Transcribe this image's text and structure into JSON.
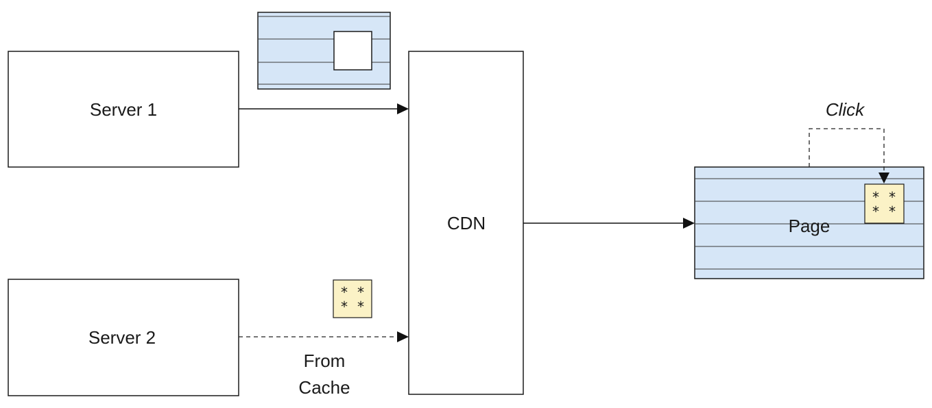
{
  "nodes": {
    "server1": {
      "label": "Server 1"
    },
    "server2": {
      "label": "Server 2"
    },
    "cdn": {
      "label": "CDN"
    },
    "page": {
      "label": "Page"
    }
  },
  "edges": {
    "server2_to_cdn": {
      "line1": "From",
      "line2": "Cache"
    },
    "click_loop": {
      "label": "Click"
    }
  },
  "notes": {
    "cached_note": {
      "row1": "* *",
      "row2": "* *"
    },
    "page_note": {
      "row1": "* *",
      "row2": "* *"
    }
  },
  "colors": {
    "panel_fill": "#d6e6f7",
    "note_fill": "#fbf2c6",
    "stroke": "#1a1a1a"
  }
}
